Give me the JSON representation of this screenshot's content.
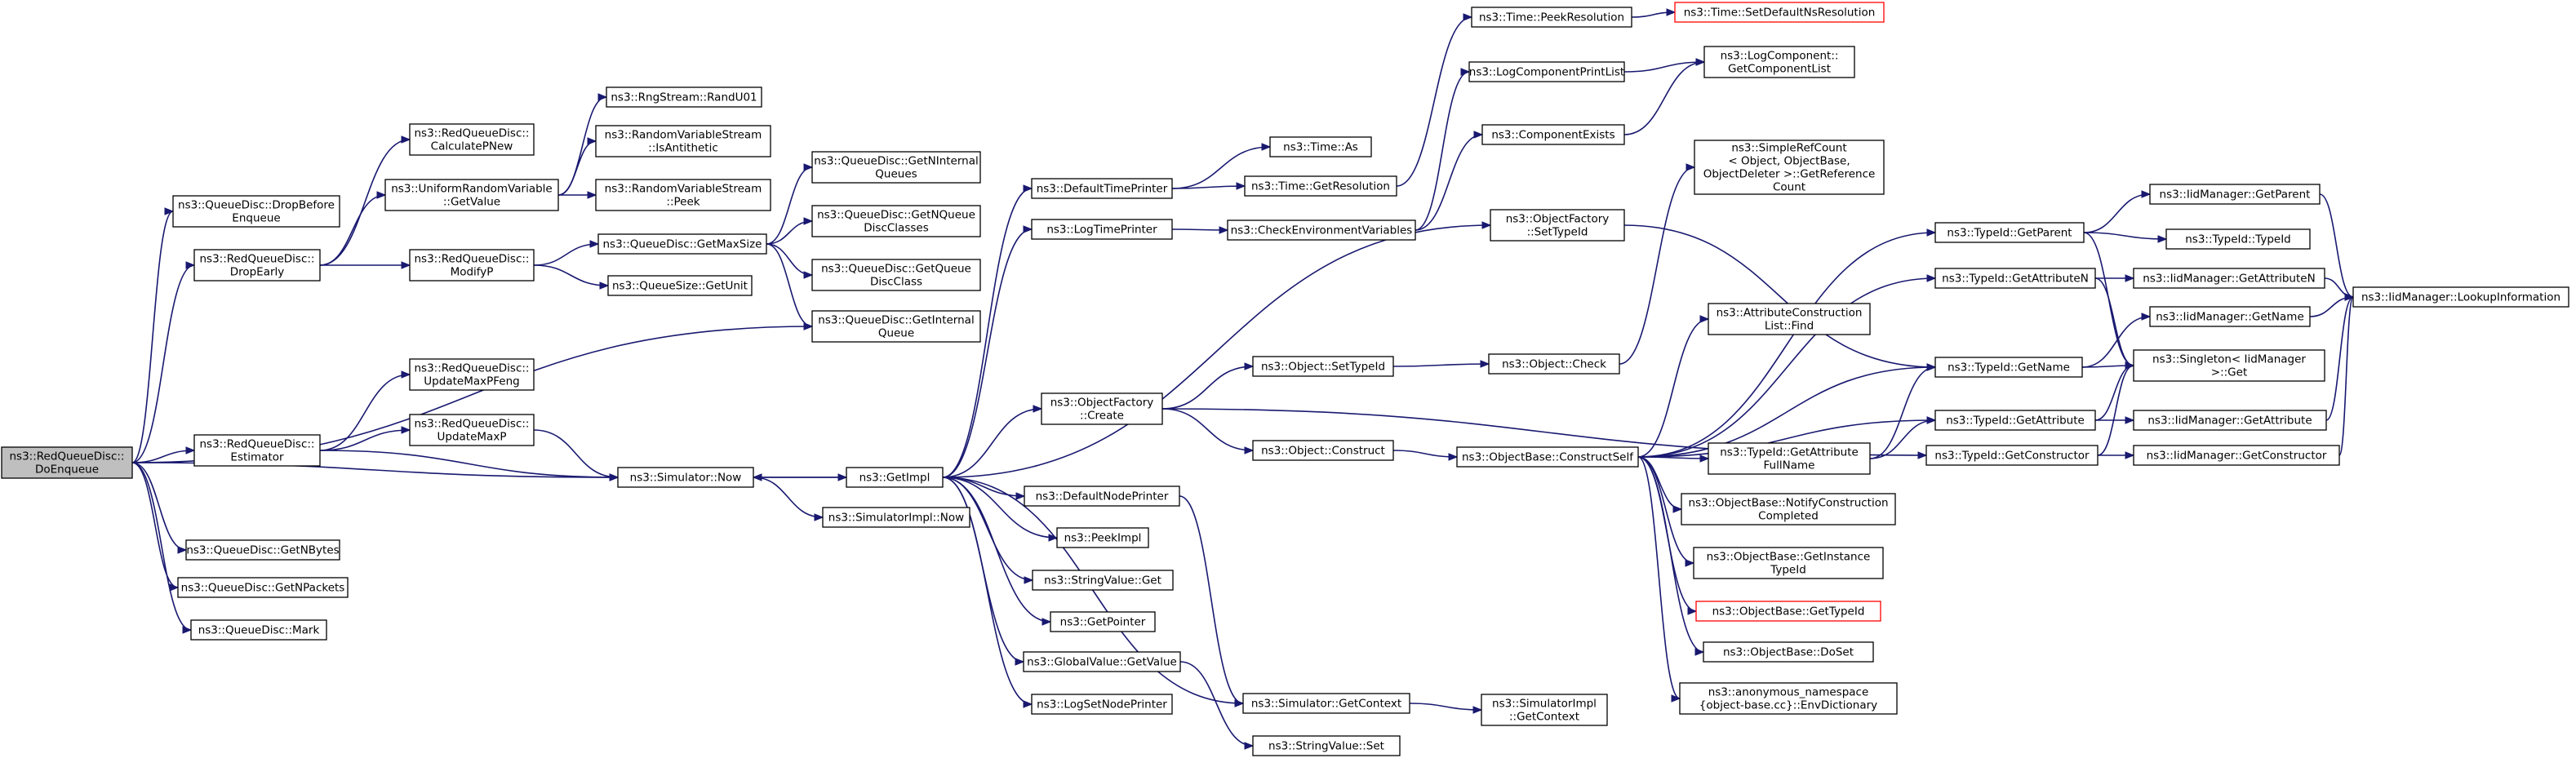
{
  "graph": {
    "colors": {
      "edge": "#191970",
      "root_fill": "#bfbfbf",
      "missing_border": "#ff0000"
    },
    "nodes": [
      {
        "id": "n0",
        "lines": [
          "ns3::RedQueueDisc::",
          "DoEnqueue"
        ],
        "root": true
      },
      {
        "id": "n1",
        "lines": [
          "ns3::QueueDisc::DropBefore",
          "Enqueue"
        ]
      },
      {
        "id": "n2",
        "lines": [
          "ns3::RedQueueDisc::",
          "DropEarly"
        ]
      },
      {
        "id": "n3",
        "lines": [
          "ns3::RedQueueDisc::",
          "CalculatePNew"
        ]
      },
      {
        "id": "n4",
        "lines": [
          "ns3::UniformRandomVariable",
          "::GetValue"
        ]
      },
      {
        "id": "n5",
        "lines": [
          "ns3::RngStream::RandU01"
        ]
      },
      {
        "id": "n6",
        "lines": [
          "ns3::RandomVariableStream",
          "::IsAntithetic"
        ]
      },
      {
        "id": "n7",
        "lines": [
          "ns3::RandomVariableStream",
          "::Peek"
        ]
      },
      {
        "id": "n8",
        "lines": [
          "ns3::RedQueueDisc::",
          "ModifyP"
        ]
      },
      {
        "id": "n9",
        "lines": [
          "ns3::QueueDisc::GetMaxSize"
        ]
      },
      {
        "id": "n10",
        "lines": [
          "ns3::QueueDisc::GetNInternal",
          "Queues"
        ]
      },
      {
        "id": "n11",
        "lines": [
          "ns3::QueueDisc::GetNQueue",
          "DiscClasses"
        ]
      },
      {
        "id": "n12",
        "lines": [
          "ns3::QueueDisc::GetQueue",
          "DiscClass"
        ]
      },
      {
        "id": "n13",
        "lines": [
          "ns3::QueueDisc::GetInternal",
          "Queue"
        ]
      },
      {
        "id": "n14",
        "lines": [
          "ns3::QueueSize::GetUnit"
        ]
      },
      {
        "id": "n15",
        "lines": [
          "ns3::RedQueueDisc::",
          "Estimator"
        ]
      },
      {
        "id": "n16",
        "lines": [
          "ns3::RedQueueDisc::",
          "UpdateMaxPFeng"
        ]
      },
      {
        "id": "n17",
        "lines": [
          "ns3::RedQueueDisc::",
          "UpdateMaxP"
        ]
      },
      {
        "id": "n18",
        "lines": [
          "ns3::Simulator::Now"
        ]
      },
      {
        "id": "n19",
        "lines": [
          "ns3::GetImpl"
        ]
      },
      {
        "id": "n20",
        "lines": [
          "ns3::SimulatorImpl::Now"
        ]
      },
      {
        "id": "n21",
        "lines": [
          "ns3::QueueDisc::GetNBytes"
        ]
      },
      {
        "id": "n22",
        "lines": [
          "ns3::QueueDisc::GetNPackets"
        ]
      },
      {
        "id": "n23",
        "lines": [
          "ns3::QueueDisc::Mark"
        ]
      },
      {
        "id": "n24",
        "lines": [
          "ns3::DefaultTimePrinter"
        ]
      },
      {
        "id": "n25",
        "lines": [
          "ns3::Time::As"
        ]
      },
      {
        "id": "n26",
        "lines": [
          "ns3::Time::GetResolution"
        ]
      },
      {
        "id": "n27",
        "lines": [
          "ns3::Time::PeekResolution"
        ]
      },
      {
        "id": "n28",
        "lines": [
          "ns3::Time::SetDefaultNsResolution"
        ],
        "missing": true
      },
      {
        "id": "n29",
        "lines": [
          "ns3::LogTimePrinter"
        ]
      },
      {
        "id": "n30",
        "lines": [
          "ns3::CheckEnvironmentVariables"
        ]
      },
      {
        "id": "n31",
        "lines": [
          "ns3::LogComponentPrintList"
        ]
      },
      {
        "id": "n32",
        "lines": [
          "ns3::LogComponent::",
          "GetComponentList"
        ]
      },
      {
        "id": "n33",
        "lines": [
          "ns3::ComponentExists"
        ]
      },
      {
        "id": "n34",
        "lines": [
          "ns3::ObjectFactory",
          "::SetTypeId"
        ]
      },
      {
        "id": "n35",
        "lines": [
          "ns3::ObjectFactory",
          "::Create"
        ]
      },
      {
        "id": "n36",
        "lines": [
          "ns3::Object::SetTypeId"
        ]
      },
      {
        "id": "n37",
        "lines": [
          "ns3::Object::Check"
        ]
      },
      {
        "id": "n38",
        "lines": [
          "ns3::Object::Construct"
        ]
      },
      {
        "id": "n39",
        "lines": [
          "ns3::ObjectBase::ConstructSelf"
        ]
      },
      {
        "id": "n40",
        "lines": [
          "ns3::DefaultNodePrinter"
        ]
      },
      {
        "id": "n41",
        "lines": [
          "ns3::PeekImpl"
        ]
      },
      {
        "id": "n42",
        "lines": [
          "ns3::StringValue::Get"
        ]
      },
      {
        "id": "n43",
        "lines": [
          "ns3::GetPointer"
        ]
      },
      {
        "id": "n44",
        "lines": [
          "ns3::GlobalValue::GetValue"
        ]
      },
      {
        "id": "n45",
        "lines": [
          "ns3::LogSetNodePrinter"
        ]
      },
      {
        "id": "n46",
        "lines": [
          "ns3::Simulator::GetContext"
        ]
      },
      {
        "id": "n47",
        "lines": [
          "ns3::SimulatorImpl",
          "::GetContext"
        ]
      },
      {
        "id": "n48",
        "lines": [
          "ns3::StringValue::Set"
        ]
      },
      {
        "id": "n49",
        "lines": [
          "ns3::SimpleRefCount",
          "< Object, ObjectBase,",
          "ObjectDeleter >::GetReference",
          "Count"
        ]
      },
      {
        "id": "n50",
        "lines": [
          "ns3::AttributeConstruction",
          "List::Find"
        ]
      },
      {
        "id": "n51",
        "lines": [
          "ns3::TypeId::GetAttribute",
          "FullName"
        ]
      },
      {
        "id": "n52",
        "lines": [
          "ns3::ObjectBase::NotifyConstruction",
          "Completed"
        ]
      },
      {
        "id": "n53",
        "lines": [
          "ns3::ObjectBase::GetInstance",
          "TypeId"
        ]
      },
      {
        "id": "n54",
        "lines": [
          "ns3::ObjectBase::GetTypeId"
        ],
        "missing": true
      },
      {
        "id": "n55",
        "lines": [
          "ns3::ObjectBase::DoSet"
        ]
      },
      {
        "id": "n56",
        "lines": [
          "ns3::anonymous_namespace",
          "{object-base.cc}::EnvDictionary"
        ]
      },
      {
        "id": "n57",
        "lines": [
          "ns3::TypeId::GetParent"
        ]
      },
      {
        "id": "n58",
        "lines": [
          "ns3::TypeId::GetAttributeN"
        ]
      },
      {
        "id": "n59",
        "lines": [
          "ns3::TypeId::GetName"
        ]
      },
      {
        "id": "n60",
        "lines": [
          "ns3::TypeId::GetAttribute"
        ]
      },
      {
        "id": "n61",
        "lines": [
          "ns3::TypeId::GetConstructor"
        ]
      },
      {
        "id": "n62",
        "lines": [
          "ns3::IidManager::GetParent"
        ]
      },
      {
        "id": "n63",
        "lines": [
          "ns3::TypeId::TypeId"
        ]
      },
      {
        "id": "n64",
        "lines": [
          "ns3::IidManager::GetAttributeN"
        ]
      },
      {
        "id": "n65",
        "lines": [
          "ns3::IidManager::GetName"
        ]
      },
      {
        "id": "n66",
        "lines": [
          "ns3::Singleton< IidManager",
          ">::Get"
        ]
      },
      {
        "id": "n67",
        "lines": [
          "ns3::IidManager::GetAttribute"
        ]
      },
      {
        "id": "n68",
        "lines": [
          "ns3::IidManager::GetConstructor"
        ]
      },
      {
        "id": "n69",
        "lines": [
          "ns3::IidManager::LookupInformation"
        ]
      }
    ],
    "edges": [
      [
        "n0",
        "n1"
      ],
      [
        "n0",
        "n2"
      ],
      [
        "n0",
        "n13"
      ],
      [
        "n0",
        "n15"
      ],
      [
        "n0",
        "n18"
      ],
      [
        "n0",
        "n21"
      ],
      [
        "n0",
        "n22"
      ],
      [
        "n0",
        "n23"
      ],
      [
        "n2",
        "n3"
      ],
      [
        "n2",
        "n4"
      ],
      [
        "n2",
        "n8"
      ],
      [
        "n4",
        "n5"
      ],
      [
        "n4",
        "n6"
      ],
      [
        "n4",
        "n7"
      ],
      [
        "n8",
        "n9"
      ],
      [
        "n8",
        "n14"
      ],
      [
        "n9",
        "n10"
      ],
      [
        "n9",
        "n11"
      ],
      [
        "n9",
        "n12"
      ],
      [
        "n9",
        "n13"
      ],
      [
        "n15",
        "n16"
      ],
      [
        "n15",
        "n17"
      ],
      [
        "n15",
        "n18"
      ],
      [
        "n17",
        "n18"
      ],
      [
        "n18",
        "n19"
      ],
      [
        "n18",
        "n20"
      ],
      [
        "n19",
        "n18"
      ],
      [
        "n19",
        "n24"
      ],
      [
        "n19",
        "n29"
      ],
      [
        "n19",
        "n34"
      ],
      [
        "n19",
        "n35"
      ],
      [
        "n19",
        "n40"
      ],
      [
        "n19",
        "n41"
      ],
      [
        "n19",
        "n42"
      ],
      [
        "n19",
        "n43"
      ],
      [
        "n19",
        "n44"
      ],
      [
        "n19",
        "n45"
      ],
      [
        "n19",
        "n46"
      ],
      [
        "n24",
        "n25"
      ],
      [
        "n24",
        "n26"
      ],
      [
        "n26",
        "n27"
      ],
      [
        "n27",
        "n28"
      ],
      [
        "n29",
        "n30"
      ],
      [
        "n30",
        "n31"
      ],
      [
        "n30",
        "n33"
      ],
      [
        "n31",
        "n32"
      ],
      [
        "n33",
        "n32"
      ],
      [
        "n34",
        "n59"
      ],
      [
        "n35",
        "n36"
      ],
      [
        "n35",
        "n38"
      ],
      [
        "n35",
        "n61"
      ],
      [
        "n36",
        "n37"
      ],
      [
        "n37",
        "n49"
      ],
      [
        "n38",
        "n39"
      ],
      [
        "n39",
        "n50"
      ],
      [
        "n39",
        "n51"
      ],
      [
        "n39",
        "n52"
      ],
      [
        "n39",
        "n53"
      ],
      [
        "n39",
        "n54"
      ],
      [
        "n39",
        "n55"
      ],
      [
        "n39",
        "n56"
      ],
      [
        "n39",
        "n57"
      ],
      [
        "n39",
        "n58"
      ],
      [
        "n39",
        "n59"
      ],
      [
        "n39",
        "n60"
      ],
      [
        "n40",
        "n46"
      ],
      [
        "n44",
        "n48"
      ],
      [
        "n46",
        "n47"
      ],
      [
        "n51",
        "n59"
      ],
      [
        "n51",
        "n60"
      ],
      [
        "n57",
        "n62"
      ],
      [
        "n57",
        "n63"
      ],
      [
        "n57",
        "n66"
      ],
      [
        "n58",
        "n64"
      ],
      [
        "n58",
        "n66"
      ],
      [
        "n59",
        "n65"
      ],
      [
        "n59",
        "n66"
      ],
      [
        "n60",
        "n67"
      ],
      [
        "n60",
        "n66"
      ],
      [
        "n61",
        "n68"
      ],
      [
        "n61",
        "n66"
      ],
      [
        "n62",
        "n69"
      ],
      [
        "n64",
        "n69"
      ],
      [
        "n65",
        "n69"
      ],
      [
        "n67",
        "n69"
      ],
      [
        "n68",
        "n69"
      ]
    ]
  }
}
